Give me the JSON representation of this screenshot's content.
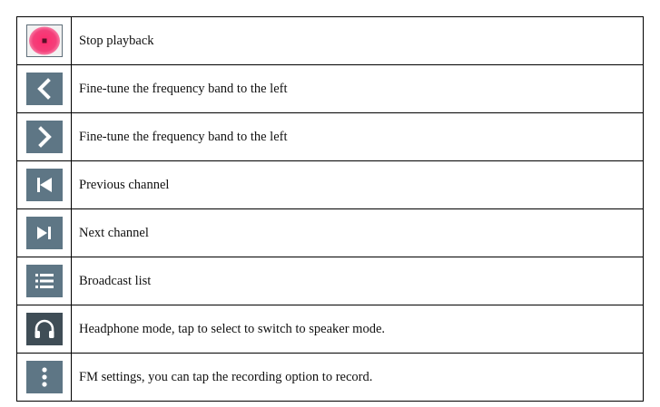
{
  "rows": [
    {
      "icon": "stop-record-icon",
      "label": "Stop playback"
    },
    {
      "icon": "chevron-left-icon",
      "label": "Fine-tune the frequency band to the left"
    },
    {
      "icon": "chevron-right-icon",
      "label": "Fine-tune the frequency band to the left"
    },
    {
      "icon": "skip-previous-icon",
      "label": "Previous channel"
    },
    {
      "icon": "skip-next-icon",
      "label": "Next channel"
    },
    {
      "icon": "list-icon",
      "label": "Broadcast list"
    },
    {
      "icon": "headphone-icon",
      "label": "Headphone mode, tap to select to switch to speaker mode."
    },
    {
      "icon": "more-vertical-icon",
      "label": "FM settings, you can tap the recording option to record."
    }
  ],
  "colors": {
    "icon_tile": "#5e7685",
    "icon_tile_dark": "#3f4d56",
    "stop_tile": "#f2f2f2",
    "stop_glow": "#f43f7a",
    "glyph": "#ffffff"
  }
}
